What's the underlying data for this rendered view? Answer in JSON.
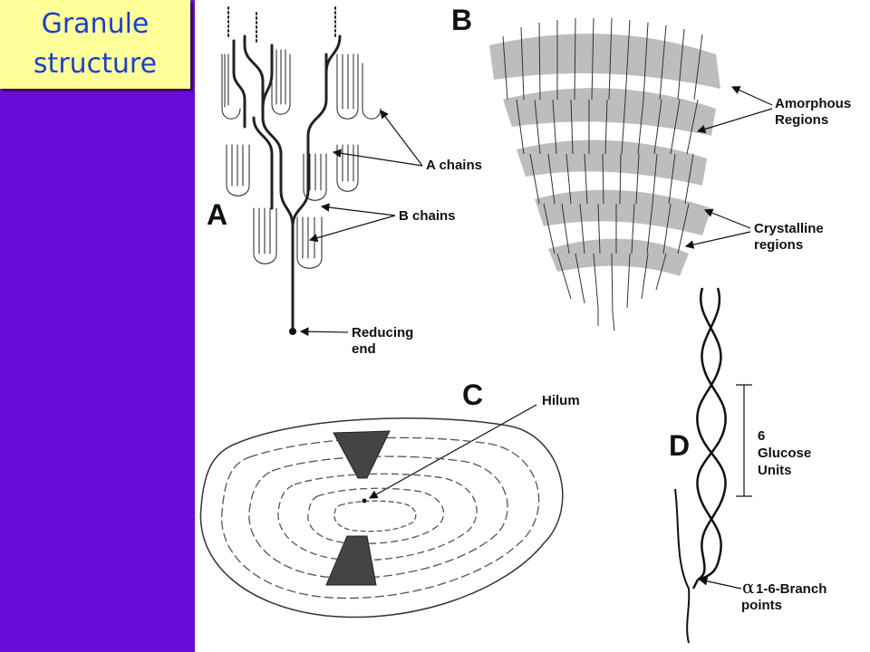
{
  "title": {
    "line1": "Granule",
    "line2": "structure"
  },
  "panels": {
    "a": "A",
    "b": "B",
    "c": "C",
    "d": "D"
  },
  "panel_a": {
    "a_chains": "A chains",
    "b_chains": "B chains",
    "reducing_end_1": "Reducing",
    "reducing_end_2": "end"
  },
  "panel_b": {
    "amorphous_1": "Amorphous",
    "amorphous_2": "Regions",
    "crystalline_1": "Crystalline",
    "crystalline_2": "regions"
  },
  "panel_c": {
    "hilum": "Hilum"
  },
  "panel_d": {
    "units_1": "6",
    "units_2": "Glucose",
    "units_3": "Units",
    "alpha": "α",
    "branch_1": "1-6-Branch",
    "branch_2": "points"
  },
  "colors": {
    "sidebar": "#6a0cd8",
    "title_box": "#ffff99",
    "title_text": "#1a3fd1"
  }
}
